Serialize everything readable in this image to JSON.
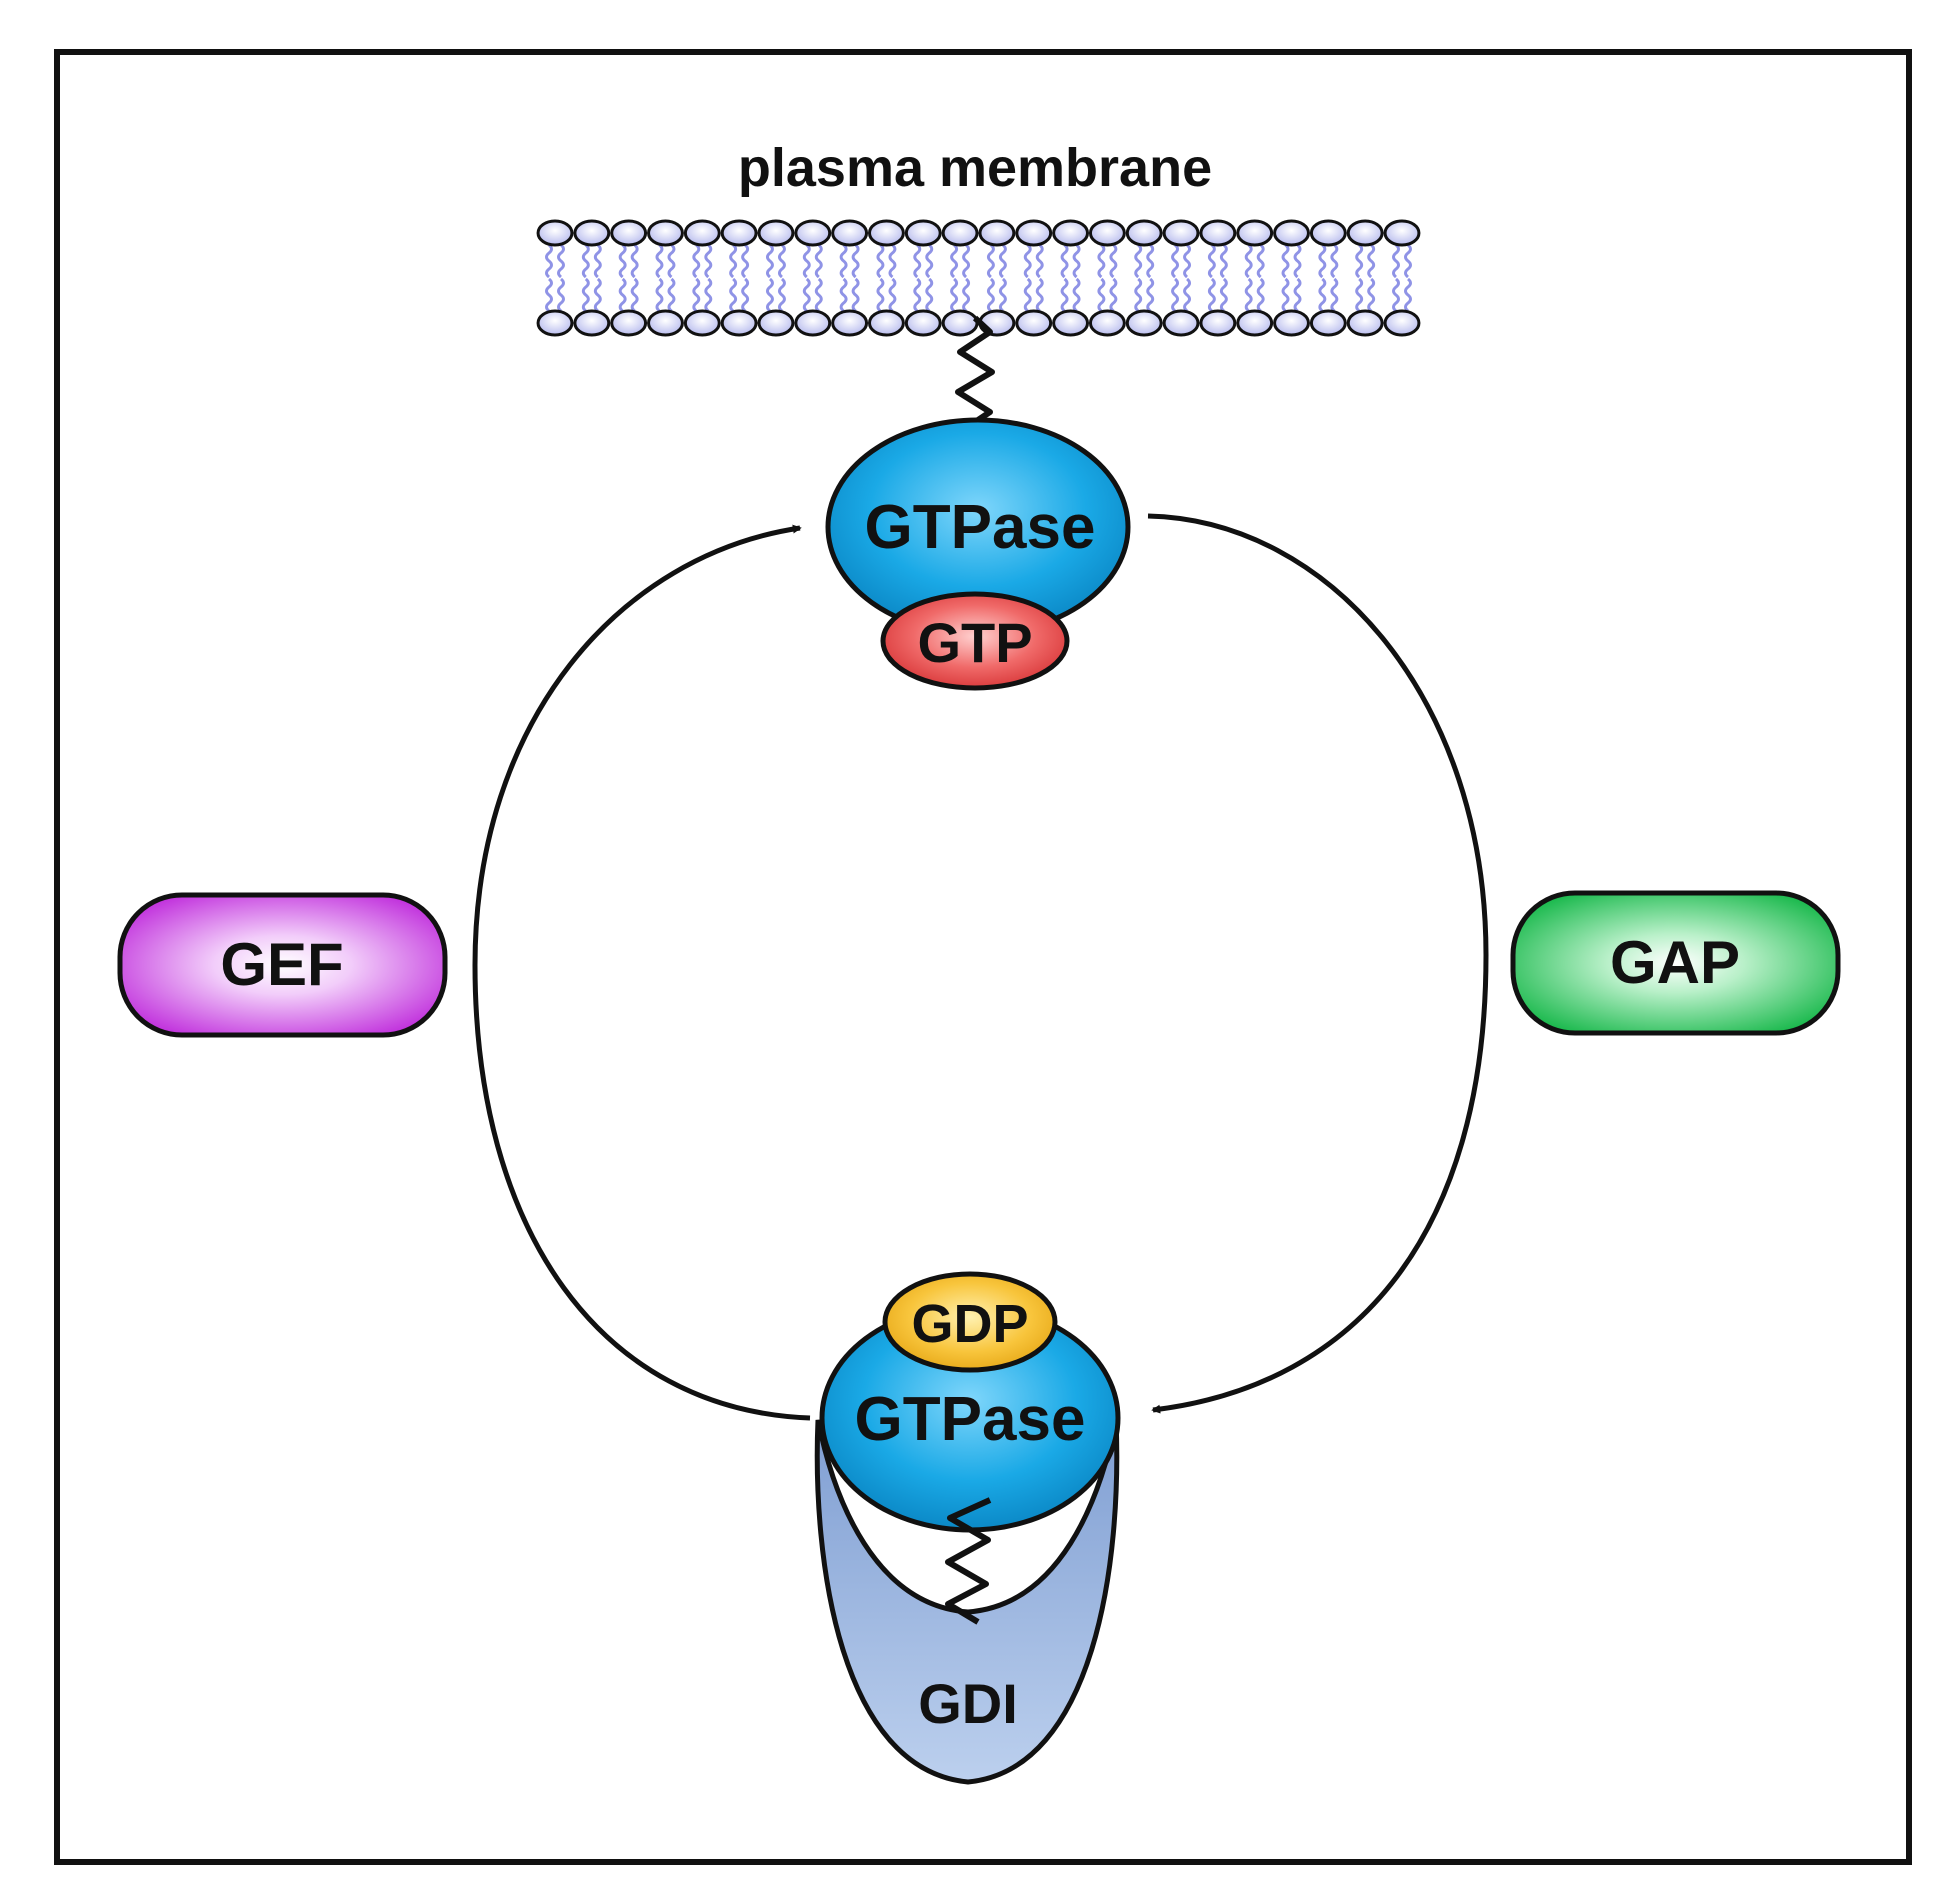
{
  "membrane": {
    "label": "plasma membrane"
  },
  "active_complex": {
    "gtpase_label": "GTPase",
    "nucleotide_label": "GTP"
  },
  "inactive_complex": {
    "nucleotide_label": "GDP",
    "gtpase_label": "GTPase",
    "gdi_label": "GDI"
  },
  "regulators": {
    "gef_label": "GEF",
    "gap_label": "GAP"
  },
  "colors": {
    "frame": "#111111",
    "gtpase_blue": "#1aa9e6",
    "gtp_red": "#e8484a",
    "gdp_yellow": "#f6bd2a",
    "gdi_blue": "#9db6dc",
    "gef_purple": "#c438e0",
    "gap_green": "#1cc052",
    "lipid_head": "#c9ccf2",
    "lipid_tail": "#8f93e6"
  }
}
